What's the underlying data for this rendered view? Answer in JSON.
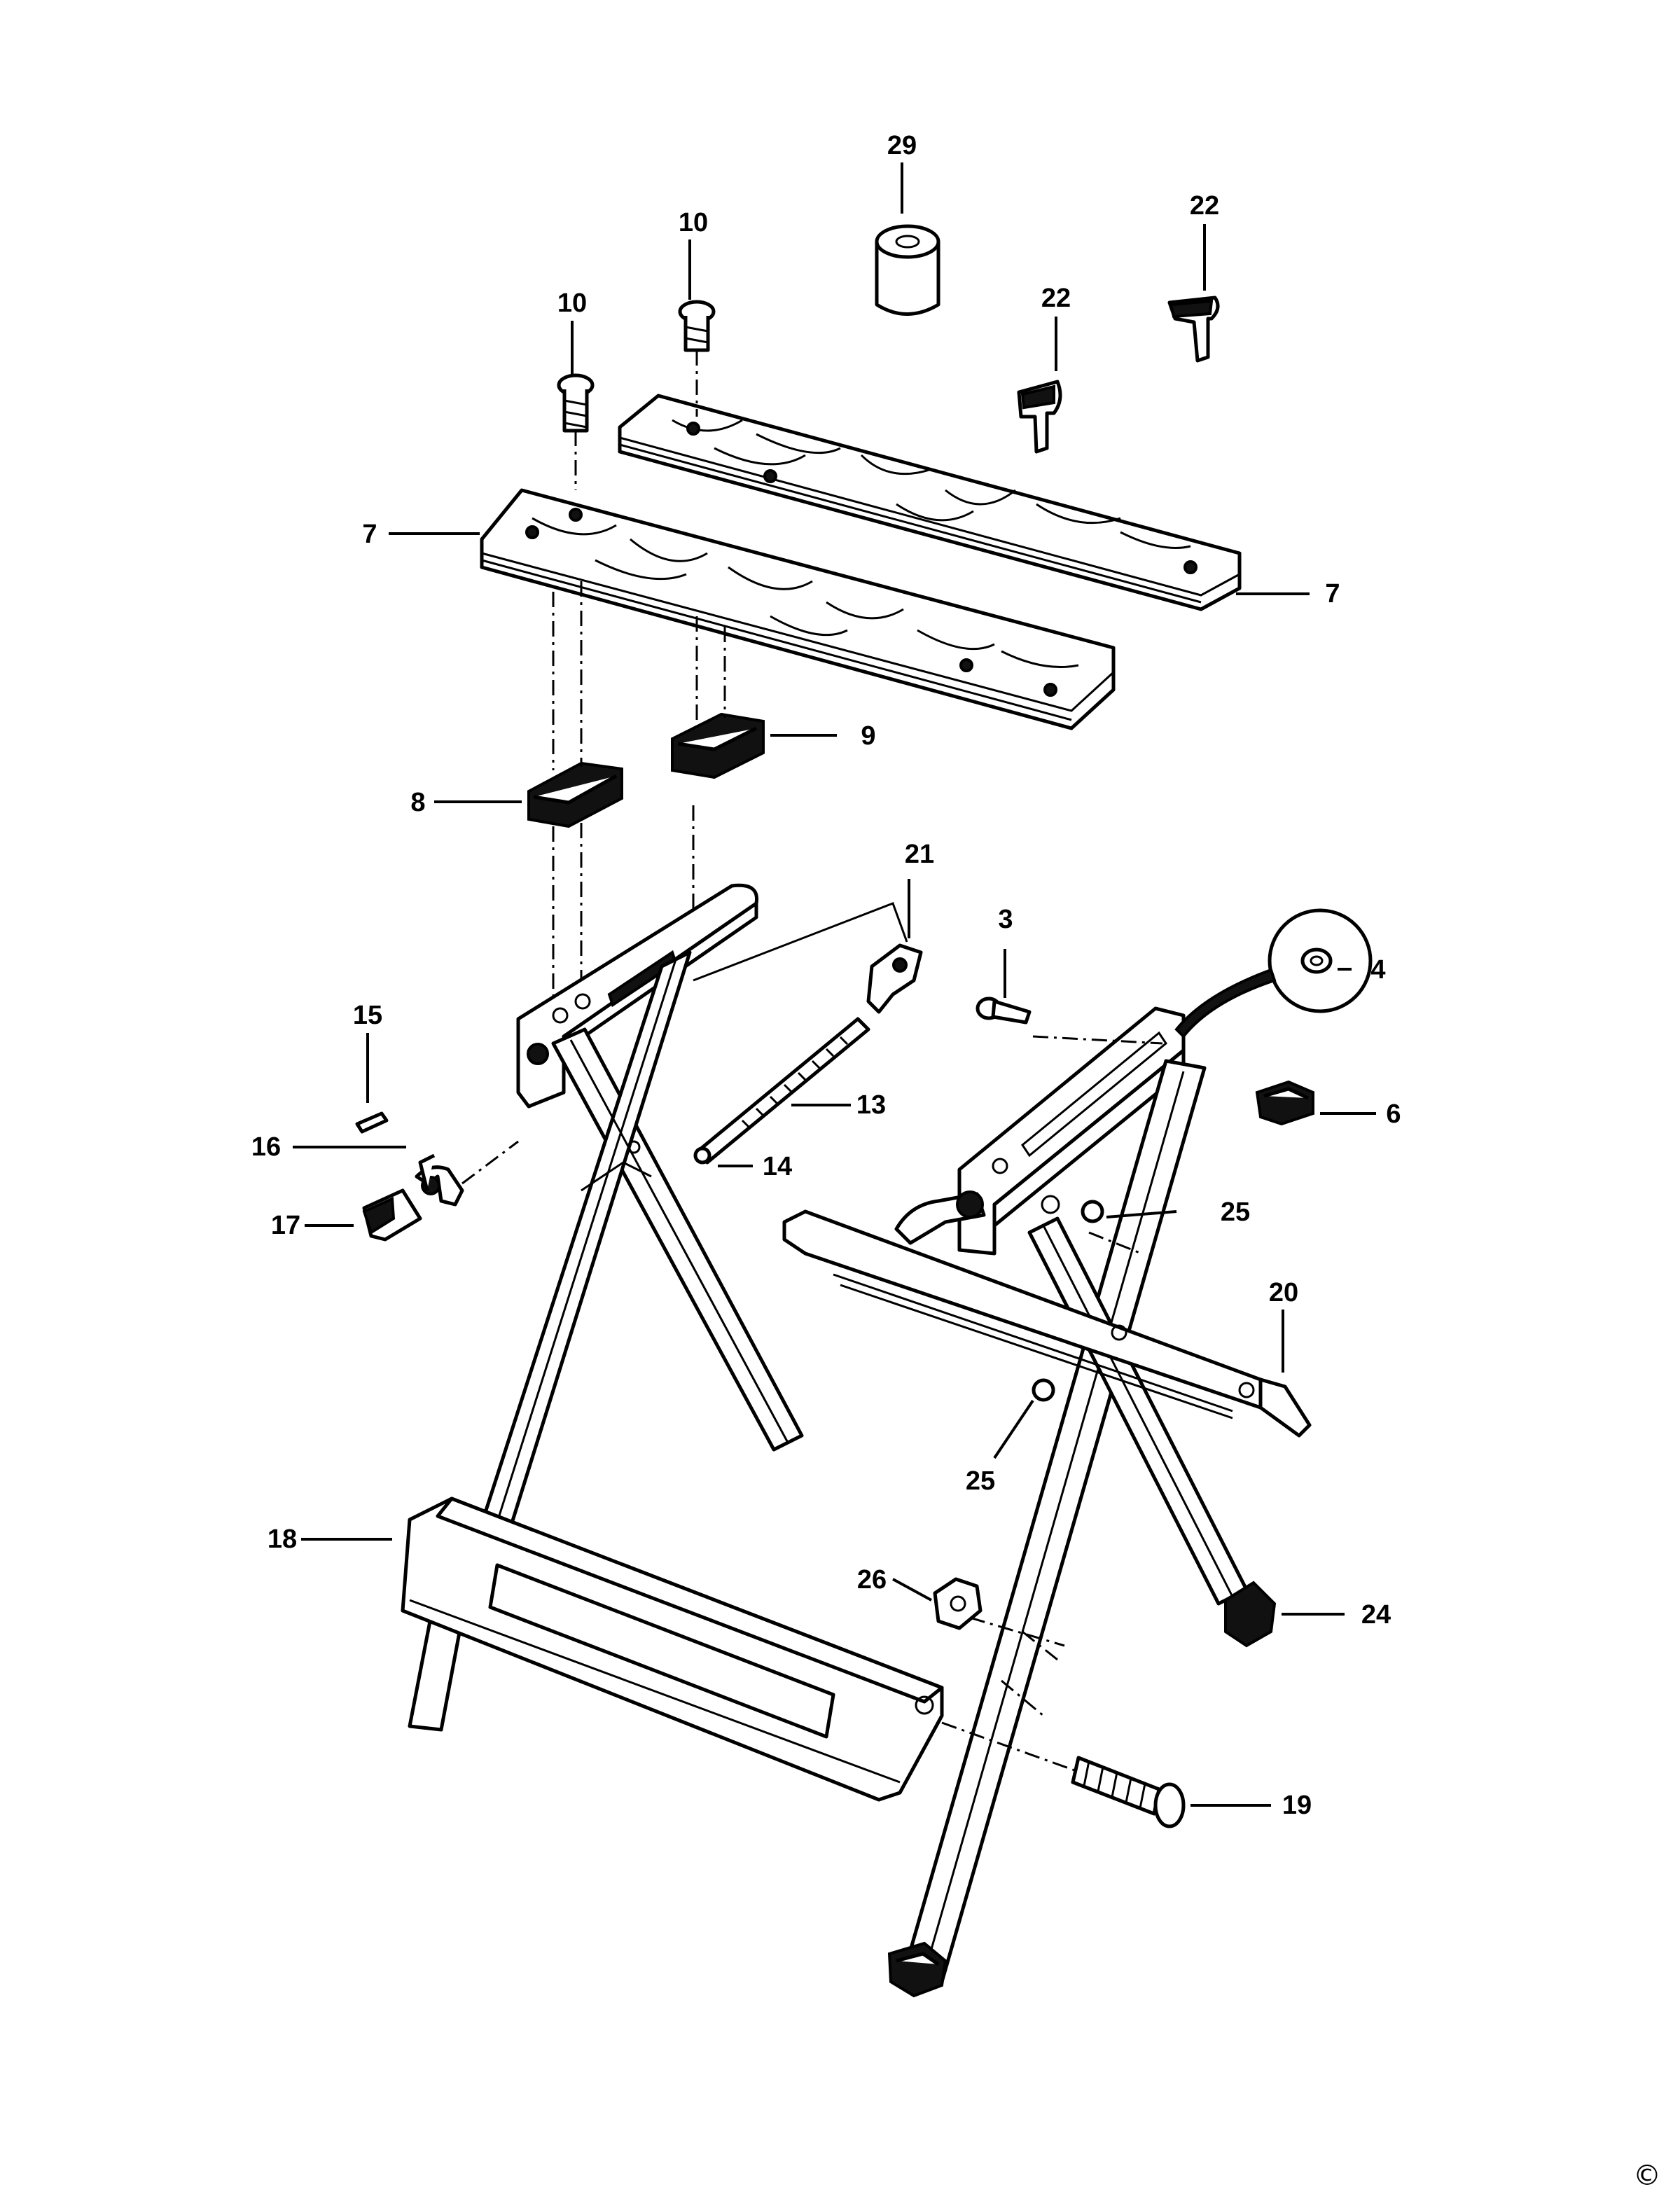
{
  "diagram": {
    "labels": {
      "l29": "29",
      "l10a": "10",
      "l10b": "10",
      "l22a": "22",
      "l22b": "22",
      "l7a": "7",
      "l7b": "7",
      "l9": "9",
      "l8": "8",
      "l21": "21",
      "l3": "3",
      "l4": "4",
      "l15": "15",
      "l13": "13",
      "l6": "6",
      "l16": "16",
      "l14": "14",
      "l25a": "25",
      "l17": "17",
      "l20": "20",
      "l25b": "25",
      "l18": "18",
      "l26": "26",
      "l24": "24",
      "l19": "19"
    },
    "copyright": "©"
  }
}
